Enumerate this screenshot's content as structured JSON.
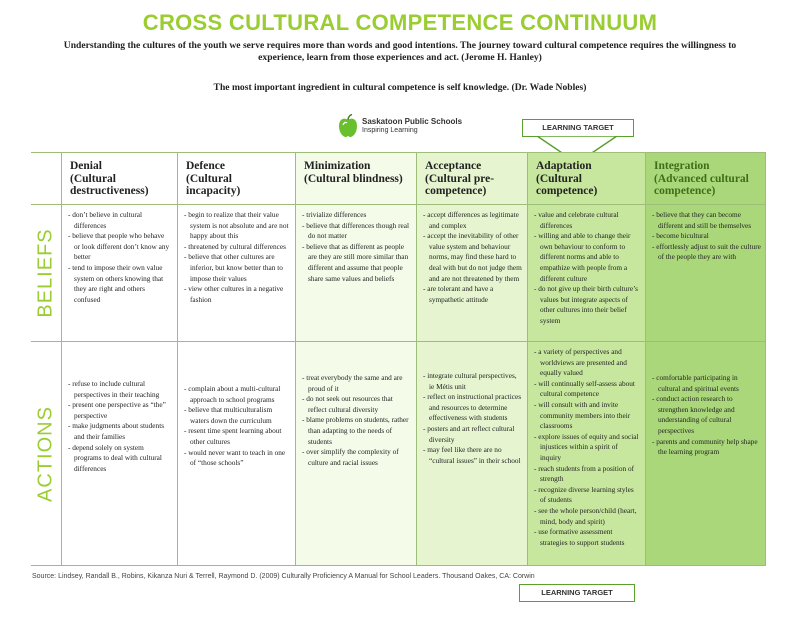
{
  "title": "CROSS CULTURAL COMPETENCE CONTINUUM",
  "intro": "Understanding the cultures of the youth we serve requires more than words and good intentions. The journey toward cultural competence requires the willingness to experience, learn from those experiences and act.   (Jerome H. Hanley)",
  "intro2": "The most important ingredient in cultural competence is self knowledge.  (Dr. Wade Nobles)",
  "logo": {
    "line1": "Saskatoon Public Schools",
    "line2": "Inspiring Learning",
    "icon": "apple-icon"
  },
  "learning_target_top": "LEARNING TARGET",
  "learning_target_bottom": "LEARNING TARGET",
  "row_labels": {
    "beliefs": "BELIEFS",
    "actions": "ACTIONS"
  },
  "colors": {
    "accent": "#9acd32",
    "border": "#9dbd78",
    "col_bg": [
      "#ffffff",
      "#ffffff",
      "#f4fbe9",
      "#e6f5cf",
      "#c7e79e",
      "#aad77a"
    ]
  },
  "columns": [
    {
      "title": "Denial",
      "subtitle": "(Cultural destructiveness)",
      "beliefs": [
        "- don’t believe in cultural differences",
        "- believe that people who behave or look different don’t know any better",
        "- tend to impose their own value system on others knowing that they are right and others confused"
      ],
      "actions": [
        "- refuse to include cultural perspectives in their teaching",
        "- present one perspective as “the” perspective",
        "- make judgments about students and their families",
        "- depend solely on system programs to deal with cultural differences"
      ]
    },
    {
      "title": "Defence",
      "subtitle": "(Cultural incapacity)",
      "beliefs": [
        "- begin to realize that their value system is not absolute and are not happy about this",
        "- threatened by cultural differences",
        "- believe that other cultures are inferior, but know better than to impose their values",
        "- view other cultures in a negative fashion"
      ],
      "actions": [
        "- complain about a multi-cultural approach to school programs",
        "- believe that multiculturalism waters down the curriculum",
        "- resent time spent learning about other cultures",
        "- would never want to teach in one of “those schools”"
      ]
    },
    {
      "title": "Minimization",
      "subtitle": "(Cultural blindness)",
      "beliefs": [
        "- trivialize differences",
        "- believe that differences though real do not matter",
        "- believe that as different as people are they are still more similar than different and assume that people share same values and beliefs"
      ],
      "actions": [
        "- treat everybody the same and are proud of it",
        "- do not seek out resources that reflect cultural diversity",
        "- blame problems on students, rather than adapting to the needs of students",
        "- over simplify the complexity of culture and racial issues"
      ]
    },
    {
      "title": "Acceptance",
      "subtitle": "(Cultural pre-competence)",
      "beliefs": [
        "- accept differences as legitimate and complex",
        "- accept the inevitability of other value system and behaviour norms, may find these hard to deal with but do not judge them and are not threatened by them",
        "- are tolerant and have a sympathetic attitude"
      ],
      "actions": [
        "- integrate cultural perspectives, ie Métis unit",
        "- reflect on instructional practices and resources to determine effectiveness with students",
        "- posters and art reflect cultural diversity",
        "- may feel like there are no “cultural issues” in their school"
      ]
    },
    {
      "title": "Adaptation",
      "subtitle": "(Cultural competence)",
      "beliefs": [
        "- value and celebrate cultural differences",
        "- willing and able to change their own behaviour to conform to different norms and able to empathize with people from a different culture",
        "- do not give up their birth culture’s values but integrate aspects of other cultures into their belief system"
      ],
      "actions": [
        "- a variety of perspectives and worldviews are presented and equally valued",
        "- will continually self-assess about cultural competence",
        "- will consult with and invite community members into their classrooms",
        "- explore issues of equity and social injustices within a spirit of inquiry",
        "- reach students from a position of strength",
        "- recognize diverse learning styles of students",
        "- see the whole person/child (heart, mind, body and spirit)",
        "- use formative assessment strategies to support students"
      ]
    },
    {
      "title": "Integration",
      "subtitle": "(Advanced cultural competence)",
      "beliefs": [
        "- believe that they can become different and still be themselves",
        "- become bicultural",
        "- effortlessly adjust to suit the culture of the people they are with"
      ],
      "actions": [
        "- comfortable participating in cultural and spiritual events",
        "- conduct action research to strengthen knowledge and understanding of cultural perspectives",
        "- parents and community help shape the learning program"
      ]
    }
  ],
  "source": "Source: Lindsey, Randall B., Robins, Kikanza Nuri & Terrell, Raymond D. (2009) Culturally Proficiency A Manual for School Leaders. Thousand Oakes, CA: Corwin"
}
